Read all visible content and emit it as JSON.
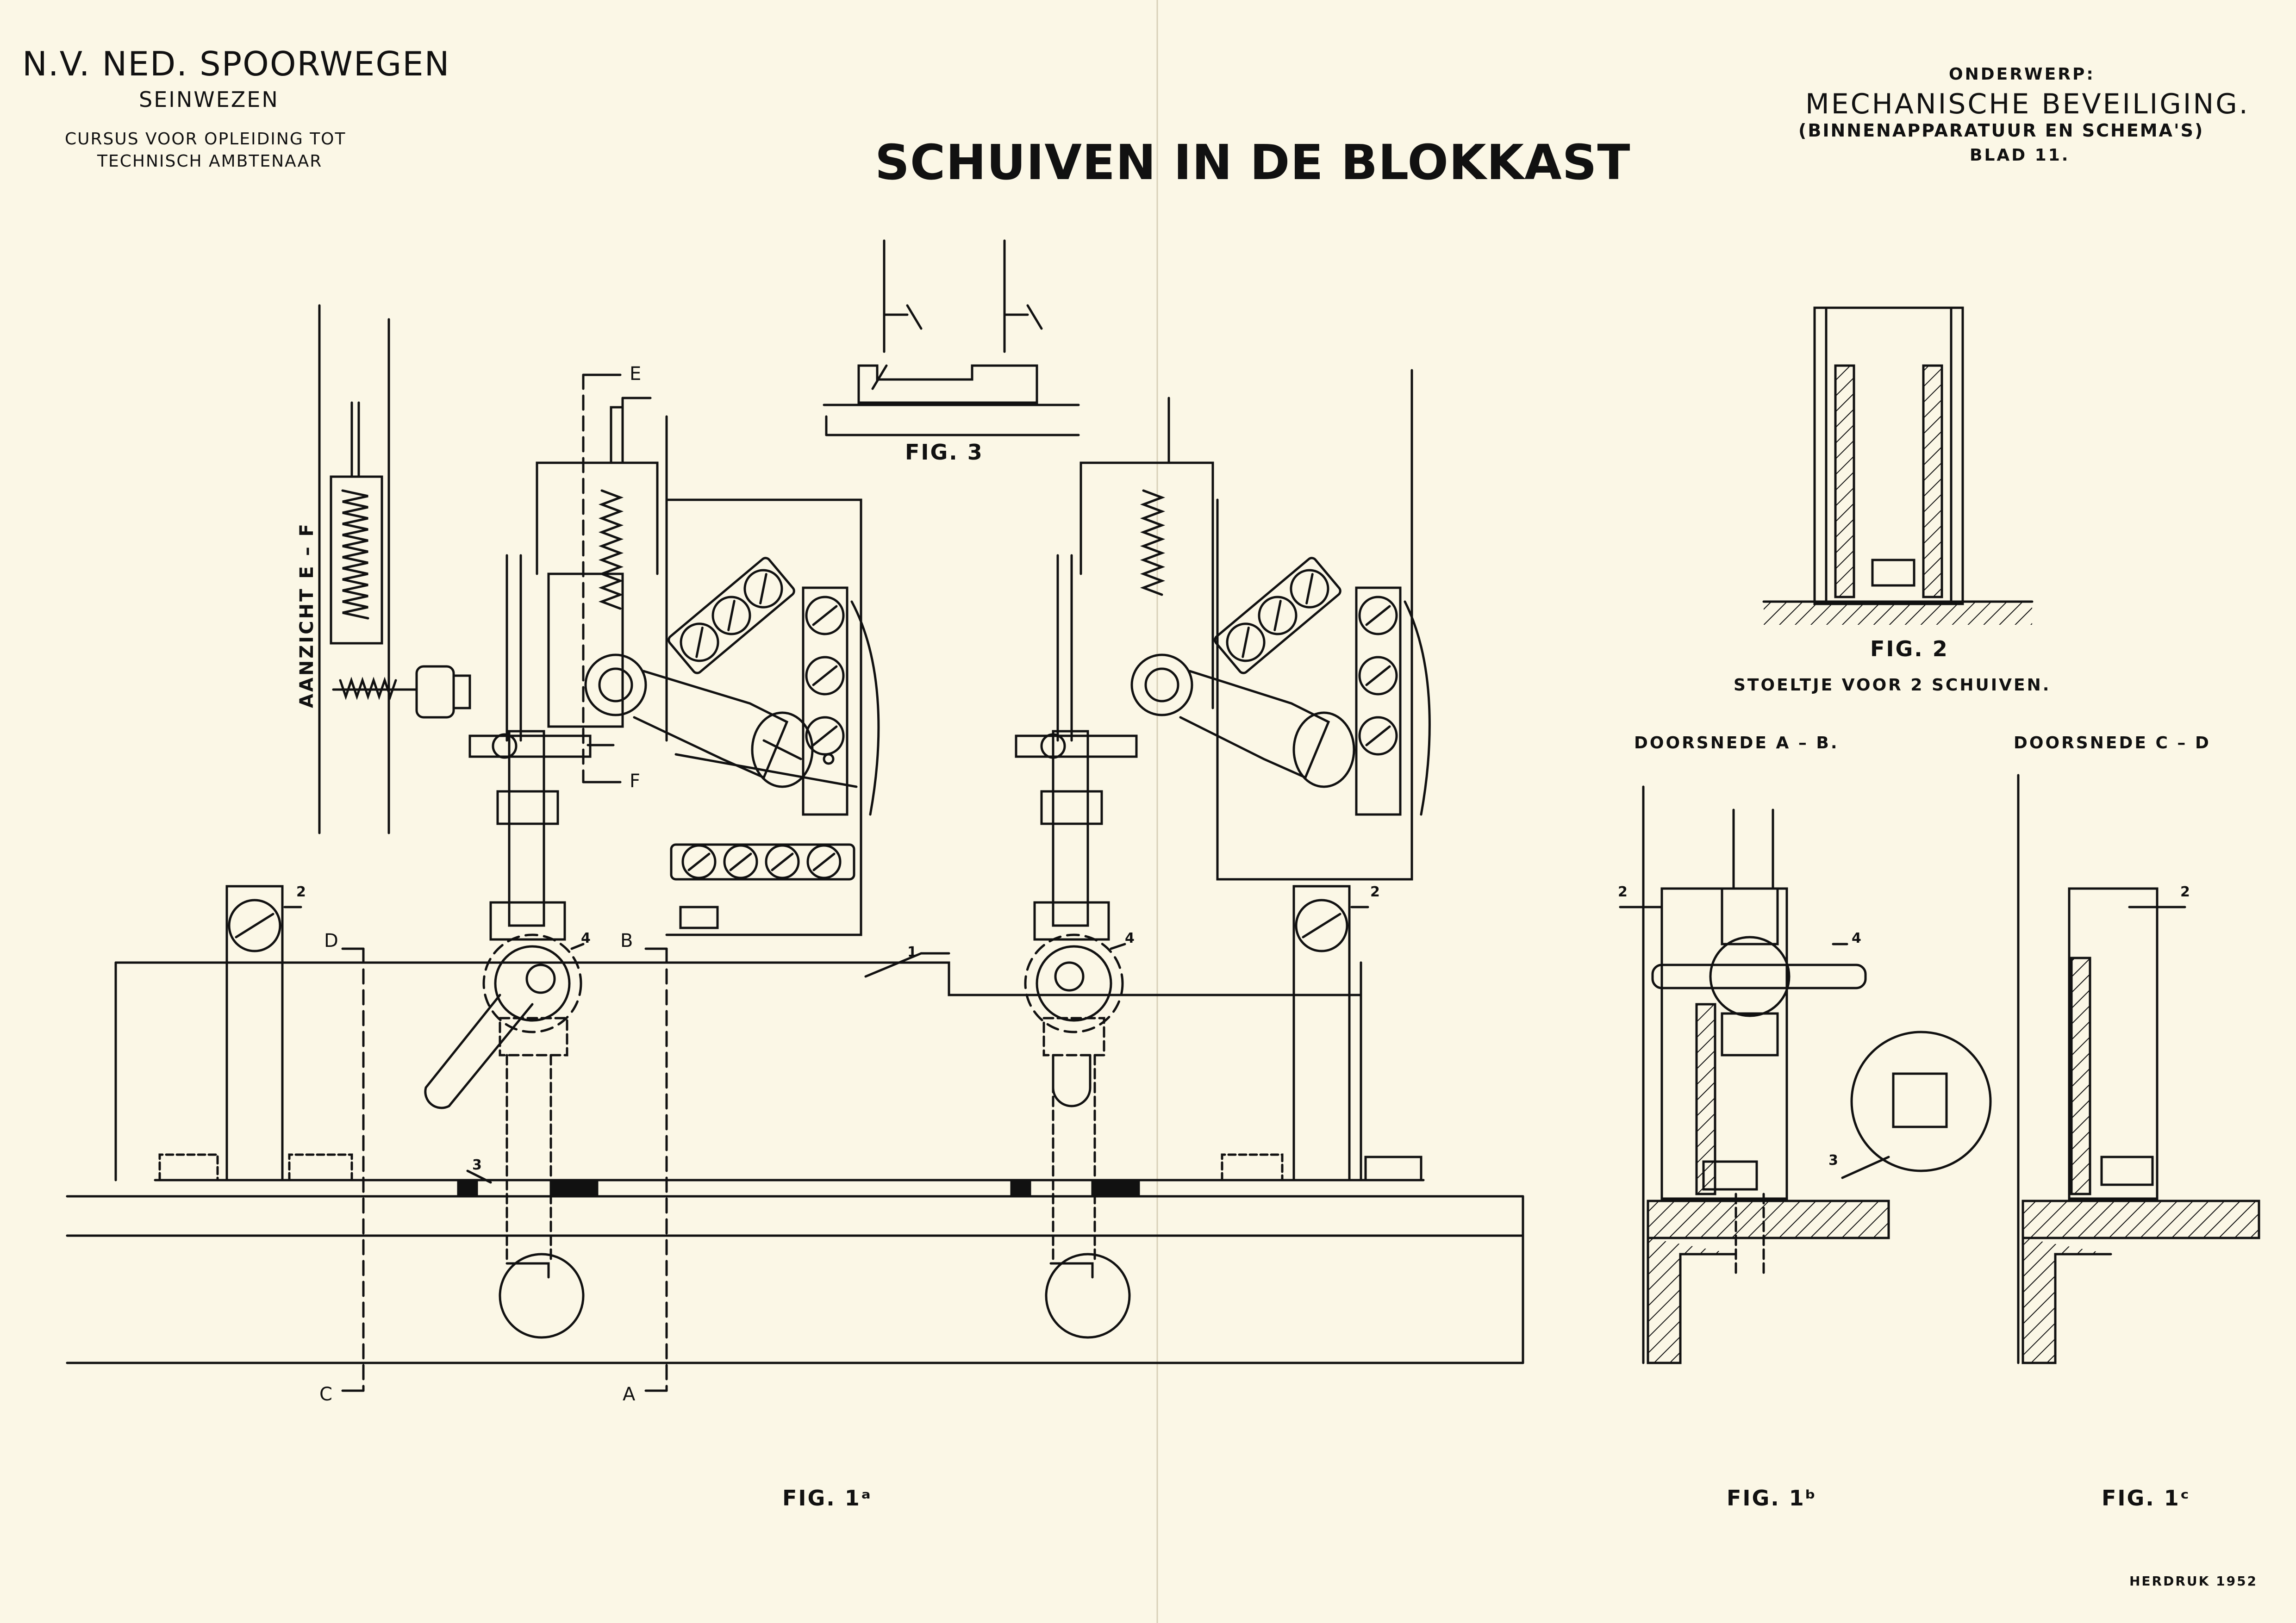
{
  "header": {
    "organization": "N.V. NED. SPOORWEGEN",
    "department": "SEINWEZEN",
    "course_line1": "CURSUS VOOR OPLEIDING TOT",
    "course_line2": "TECHNISCH AMBTENAAR"
  },
  "title": "SCHUIVEN IN DE BLOKKAST",
  "subject": {
    "label": "ONDERWERP:",
    "name": "MECHANISCHE BEVEILIGING.",
    "sub": "(BINNENAPPARATUUR EN SCHEMA'S)",
    "sheet": "BLAD 11."
  },
  "figures": {
    "fig1a": "FIG. 1ᵃ",
    "fig1b": "FIG. 1ᵇ",
    "fig1c": "FIG. 1ᶜ",
    "fig2": "FIG. 2",
    "fig2_caption": "STOELTJE VOOR 2 SCHUIVEN.",
    "fig3": "FIG. 3",
    "section_ab": "DOORSNEDE A – B.",
    "section_cd": "DOORSNEDE C – D",
    "view_ef": "AANZICHT E – F"
  },
  "labels": {
    "a": "A",
    "b": "B",
    "c": "C",
    "d": "D",
    "e": "E",
    "f": "F",
    "n1": "1",
    "n2": "2",
    "n3": "3",
    "n4": "4"
  },
  "footer": {
    "reprint": "HERDRUK 1952"
  },
  "colors": {
    "paper": "#fbf7e6",
    "ink": "#111111"
  }
}
